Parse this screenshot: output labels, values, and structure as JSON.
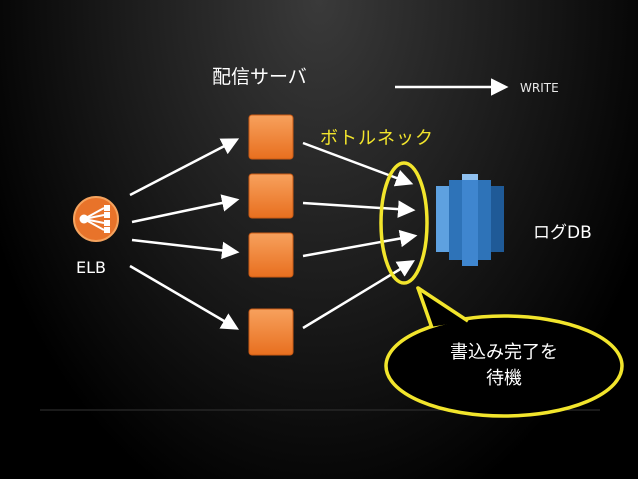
{
  "labels": {
    "servers": "配信サーバ",
    "write": "WRITE",
    "bottleneck": "ボトルネック",
    "db": "ログDB",
    "elb": "ELB"
  },
  "callout": {
    "line1": "書込み完了を",
    "line2": "待機"
  },
  "nodes": {
    "server_count": 4,
    "load_balancer": "elb-icon",
    "database": "redshift-db-icon"
  },
  "colors": {
    "server": "#f0822f",
    "elb": "#e8732a",
    "db": "#2e73b8",
    "highlight": "#f2e52c",
    "arrow": "#ffffff"
  }
}
